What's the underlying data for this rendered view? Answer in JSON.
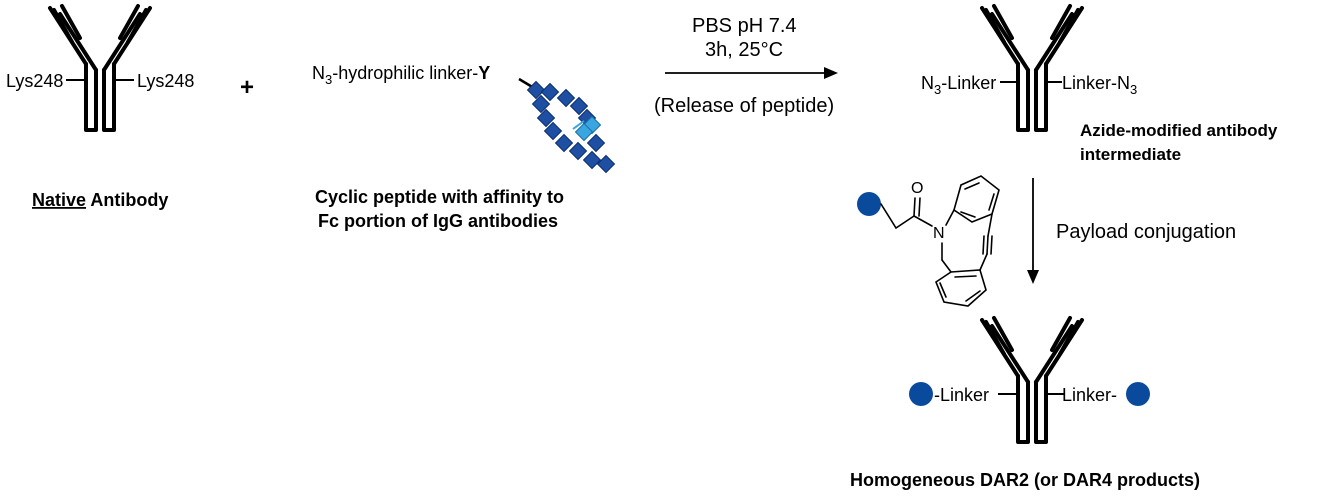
{
  "native": {
    "left_label": "Lys248",
    "right_label": "Lys248",
    "caption_underlined": "Native",
    "caption_rest": " Antibody"
  },
  "plus": "+",
  "reagent": {
    "label_prefix": "N",
    "label_sub": "3",
    "label_rest": "-hydrophilic linker-",
    "label_y": "Y",
    "caption_line1": "Cyclic peptide with affinity to",
    "caption_line2": "Fc portion of IgG antibodies"
  },
  "reaction": {
    "line1": "PBS pH 7.4",
    "line2": "3h, 25°C",
    "note": "(Release of peptide)"
  },
  "intermediate": {
    "left_prefix": "N",
    "left_sub": "3",
    "left_rest": "-Linker",
    "right_prefix": "Linker-N",
    "right_sub": "3",
    "caption_line1": "Azide-modified antibody",
    "caption_line2": "intermediate"
  },
  "dbco": {
    "o_label": "O",
    "n_label": "N"
  },
  "conjugation": {
    "label": "Payload conjugation"
  },
  "product": {
    "left_label": "-Linker",
    "right_label": "Linker-",
    "caption": "Homogeneous DAR2 (or DAR4 products)"
  },
  "colors": {
    "payload": "#0a4a9c",
    "peptide_dark": "#1f4fa3",
    "peptide_light": "#3aa6e0"
  }
}
